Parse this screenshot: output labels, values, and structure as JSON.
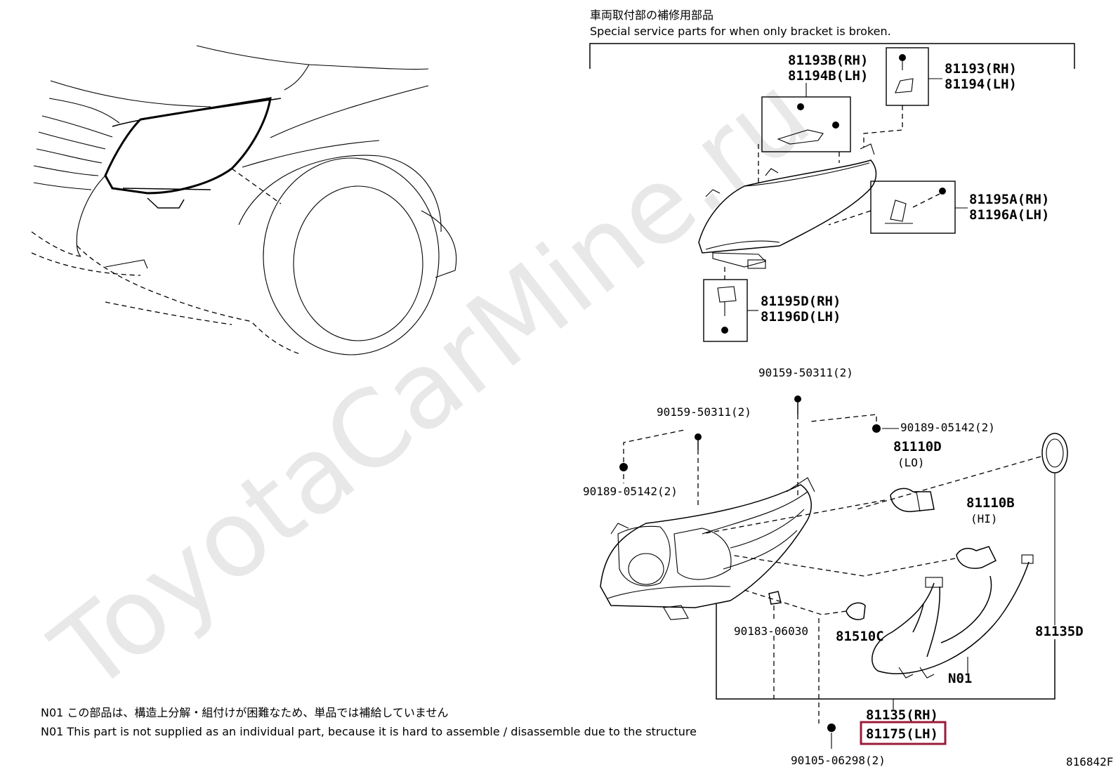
{
  "header": {
    "jp": "車両取付部の補修用部品",
    "en": "Special service parts for when only bracket is broken."
  },
  "watermark": "ToyotaCarMine.ru",
  "labels": {
    "p81193B": "81193B(RH)",
    "p81194B": "81194B(LH)",
    "p81193": "81193(RH)",
    "p81194": "81194(LH)",
    "p81195A": "81195A(RH)",
    "p81196A": "81196A(LH)",
    "p81195D": "81195D(RH)",
    "p81196D": "81196D(LH)",
    "b90159a": "90159-50311(2)",
    "b90159b": "90159-50311(2)",
    "b90189a": "90189-05142(2)",
    "b90189b": "90189-05142(2)",
    "p81110D": "81110D",
    "p81110D_sub": "(LO)",
    "p81110B": "81110B",
    "p81110B_sub": "(HI)",
    "p90183": "90183-06030",
    "p81510C": "81510C",
    "p81135D": "81135D",
    "pN01": "N01",
    "p81135": "81135(RH)",
    "p81175": "81175(LH)",
    "p90105": "90105-06298(2)"
  },
  "notes": {
    "jp": "N01 この部品は、構造上分解・組付けが困難なため、単品では補給していません",
    "en": "N01 This part is not supplied as an individual part, because it is hard to assemble / disassemble due to the structure"
  },
  "diagram_code": "816842F",
  "highlight_color": "#9b1b3a"
}
